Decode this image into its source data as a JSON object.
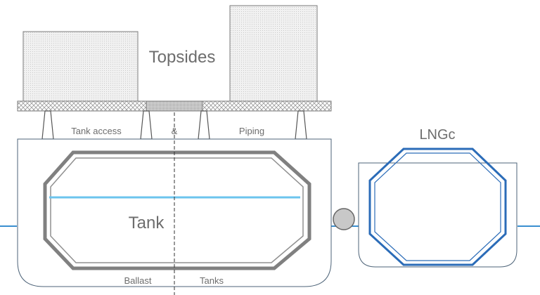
{
  "labels": {
    "topsides": "Topsides",
    "tank_access": "Tank access",
    "ampersand": "&",
    "piping": "Piping",
    "lngc": "LNGc",
    "tank": "Tank",
    "ballast": "Ballast",
    "tanks": "Tanks"
  },
  "colors": {
    "outline": "#6e7f8e",
    "hull_line": "#4d6378",
    "tank_gray": "#808080",
    "water_line": "#3a8fd0",
    "level_line": "#6cc4ee",
    "lngc_blue": "#2b6cb8",
    "text": "#6d6d6d",
    "module_fill": "#ededed"
  }
}
